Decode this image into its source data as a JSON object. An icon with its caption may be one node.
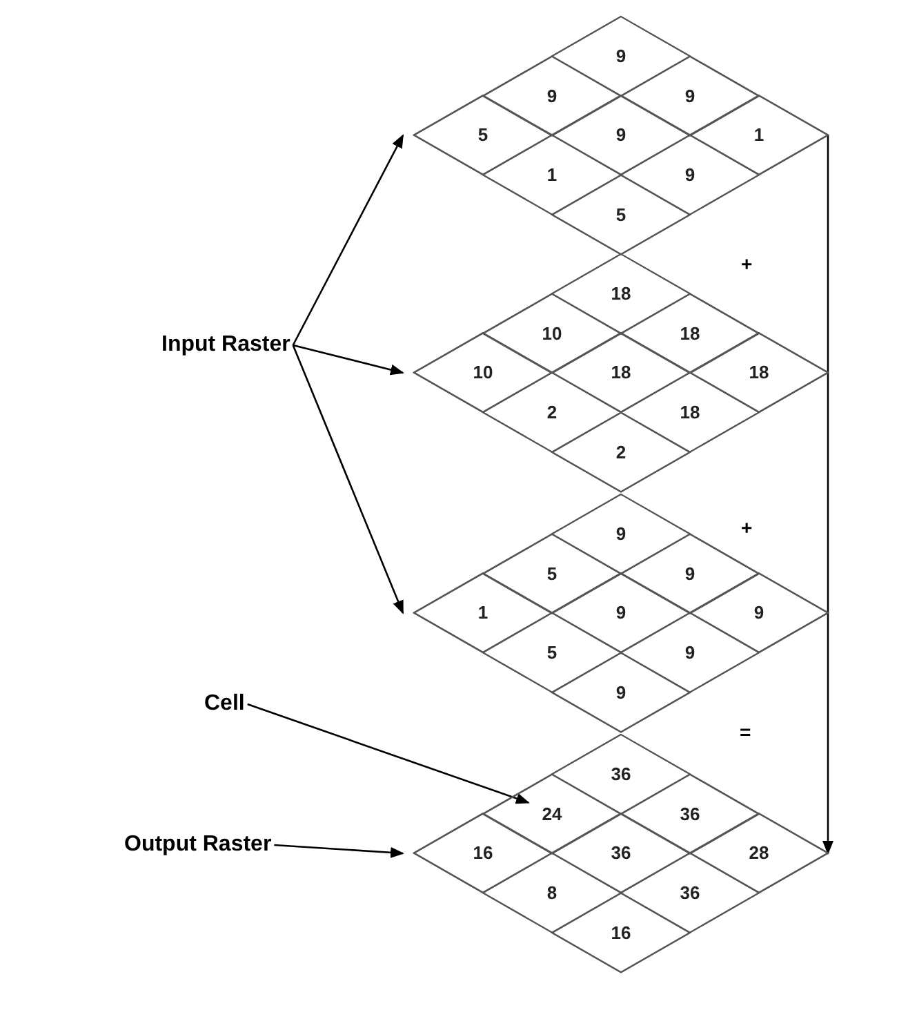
{
  "diagram": {
    "nodes": [
      {
        "text": [
          "Input Raster"
        ]
      },
      {
        "text": [
          "Cell"
        ]
      },
      {
        "text": [
          "Output Raster"
        ]
      },
      {
        "text": [],
        "shape": "diamond"
      },
      {
        "text": [
          "9"
        ],
        "in": 3
      },
      {
        "text": [
          "9"
        ],
        "in": 3
      },
      {
        "text": [
          "9"
        ],
        "in": 3
      },
      {
        "text": [
          "5"
        ],
        "in": 3
      },
      {
        "text": [
          "9"
        ],
        "in": 3
      },
      {
        "text": [
          "1"
        ],
        "in": 3
      },
      {
        "text": [
          "1"
        ],
        "in": 3
      },
      {
        "text": [
          "9"
        ],
        "in": 3
      },
      {
        "text": [
          "5"
        ],
        "in": 3
      },
      {
        "text": [],
        "shape": "diamond"
      },
      {
        "text": [
          "18"
        ],
        "in": 13
      },
      {
        "text": [
          "10"
        ],
        "in": 13
      },
      {
        "text": [
          "18"
        ],
        "in": 13
      },
      {
        "text": [
          "10"
        ],
        "in": 13
      },
      {
        "text": [
          "18"
        ],
        "in": 13
      },
      {
        "text": [
          "18"
        ],
        "in": 13
      },
      {
        "text": [
          "2"
        ],
        "in": 13
      },
      {
        "text": [
          "18"
        ],
        "in": 13
      },
      {
        "text": [
          "2"
        ],
        "in": 13
      },
      {
        "text": [],
        "shape": "diamond"
      },
      {
        "text": [
          "9"
        ],
        "in": 23
      },
      {
        "text": [
          "5"
        ],
        "in": 23
      },
      {
        "text": [
          "9"
        ],
        "in": 23
      },
      {
        "text": [
          "1"
        ],
        "in": 23
      },
      {
        "text": [
          "9"
        ],
        "in": 23
      },
      {
        "text": [
          "9"
        ],
        "in": 23
      },
      {
        "text": [
          "5"
        ],
        "in": 23
      },
      {
        "text": [
          "9"
        ],
        "in": 23
      },
      {
        "text": [
          "9"
        ],
        "in": 23
      },
      {
        "text": [],
        "shape": "diamond"
      },
      {
        "text": [
          "36"
        ],
        "in": 33
      },
      {
        "text": [
          "24"
        ],
        "in": 33
      },
      {
        "text": [
          "36"
        ],
        "in": 33
      },
      {
        "text": [
          "16"
        ],
        "in": 33
      },
      {
        "text": [
          "36"
        ],
        "in": 33
      },
      {
        "text": [
          "28"
        ],
        "in": 33
      },
      {
        "text": [
          "8"
        ],
        "in": 33
      },
      {
        "text": [
          "36"
        ],
        "in": 33
      },
      {
        "text": [
          "16"
        ],
        "in": 33
      }
    ],
    "edges": [
      {
        "from": 0,
        "to": 3,
        "arrow": "to"
      },
      {
        "from": 0,
        "to": 13,
        "arrow": "to"
      },
      {
        "from": 0,
        "to": 23,
        "arrow": "to"
      },
      {
        "from": 1,
        "to": 35,
        "arrow": "to"
      },
      {
        "from": 2,
        "to": 33,
        "arrow": "to"
      },
      {
        "from": 3,
        "to": 33,
        "arrow": "to"
      }
    ],
    "labels": [
      "+",
      "+",
      "="
    ]
  }
}
